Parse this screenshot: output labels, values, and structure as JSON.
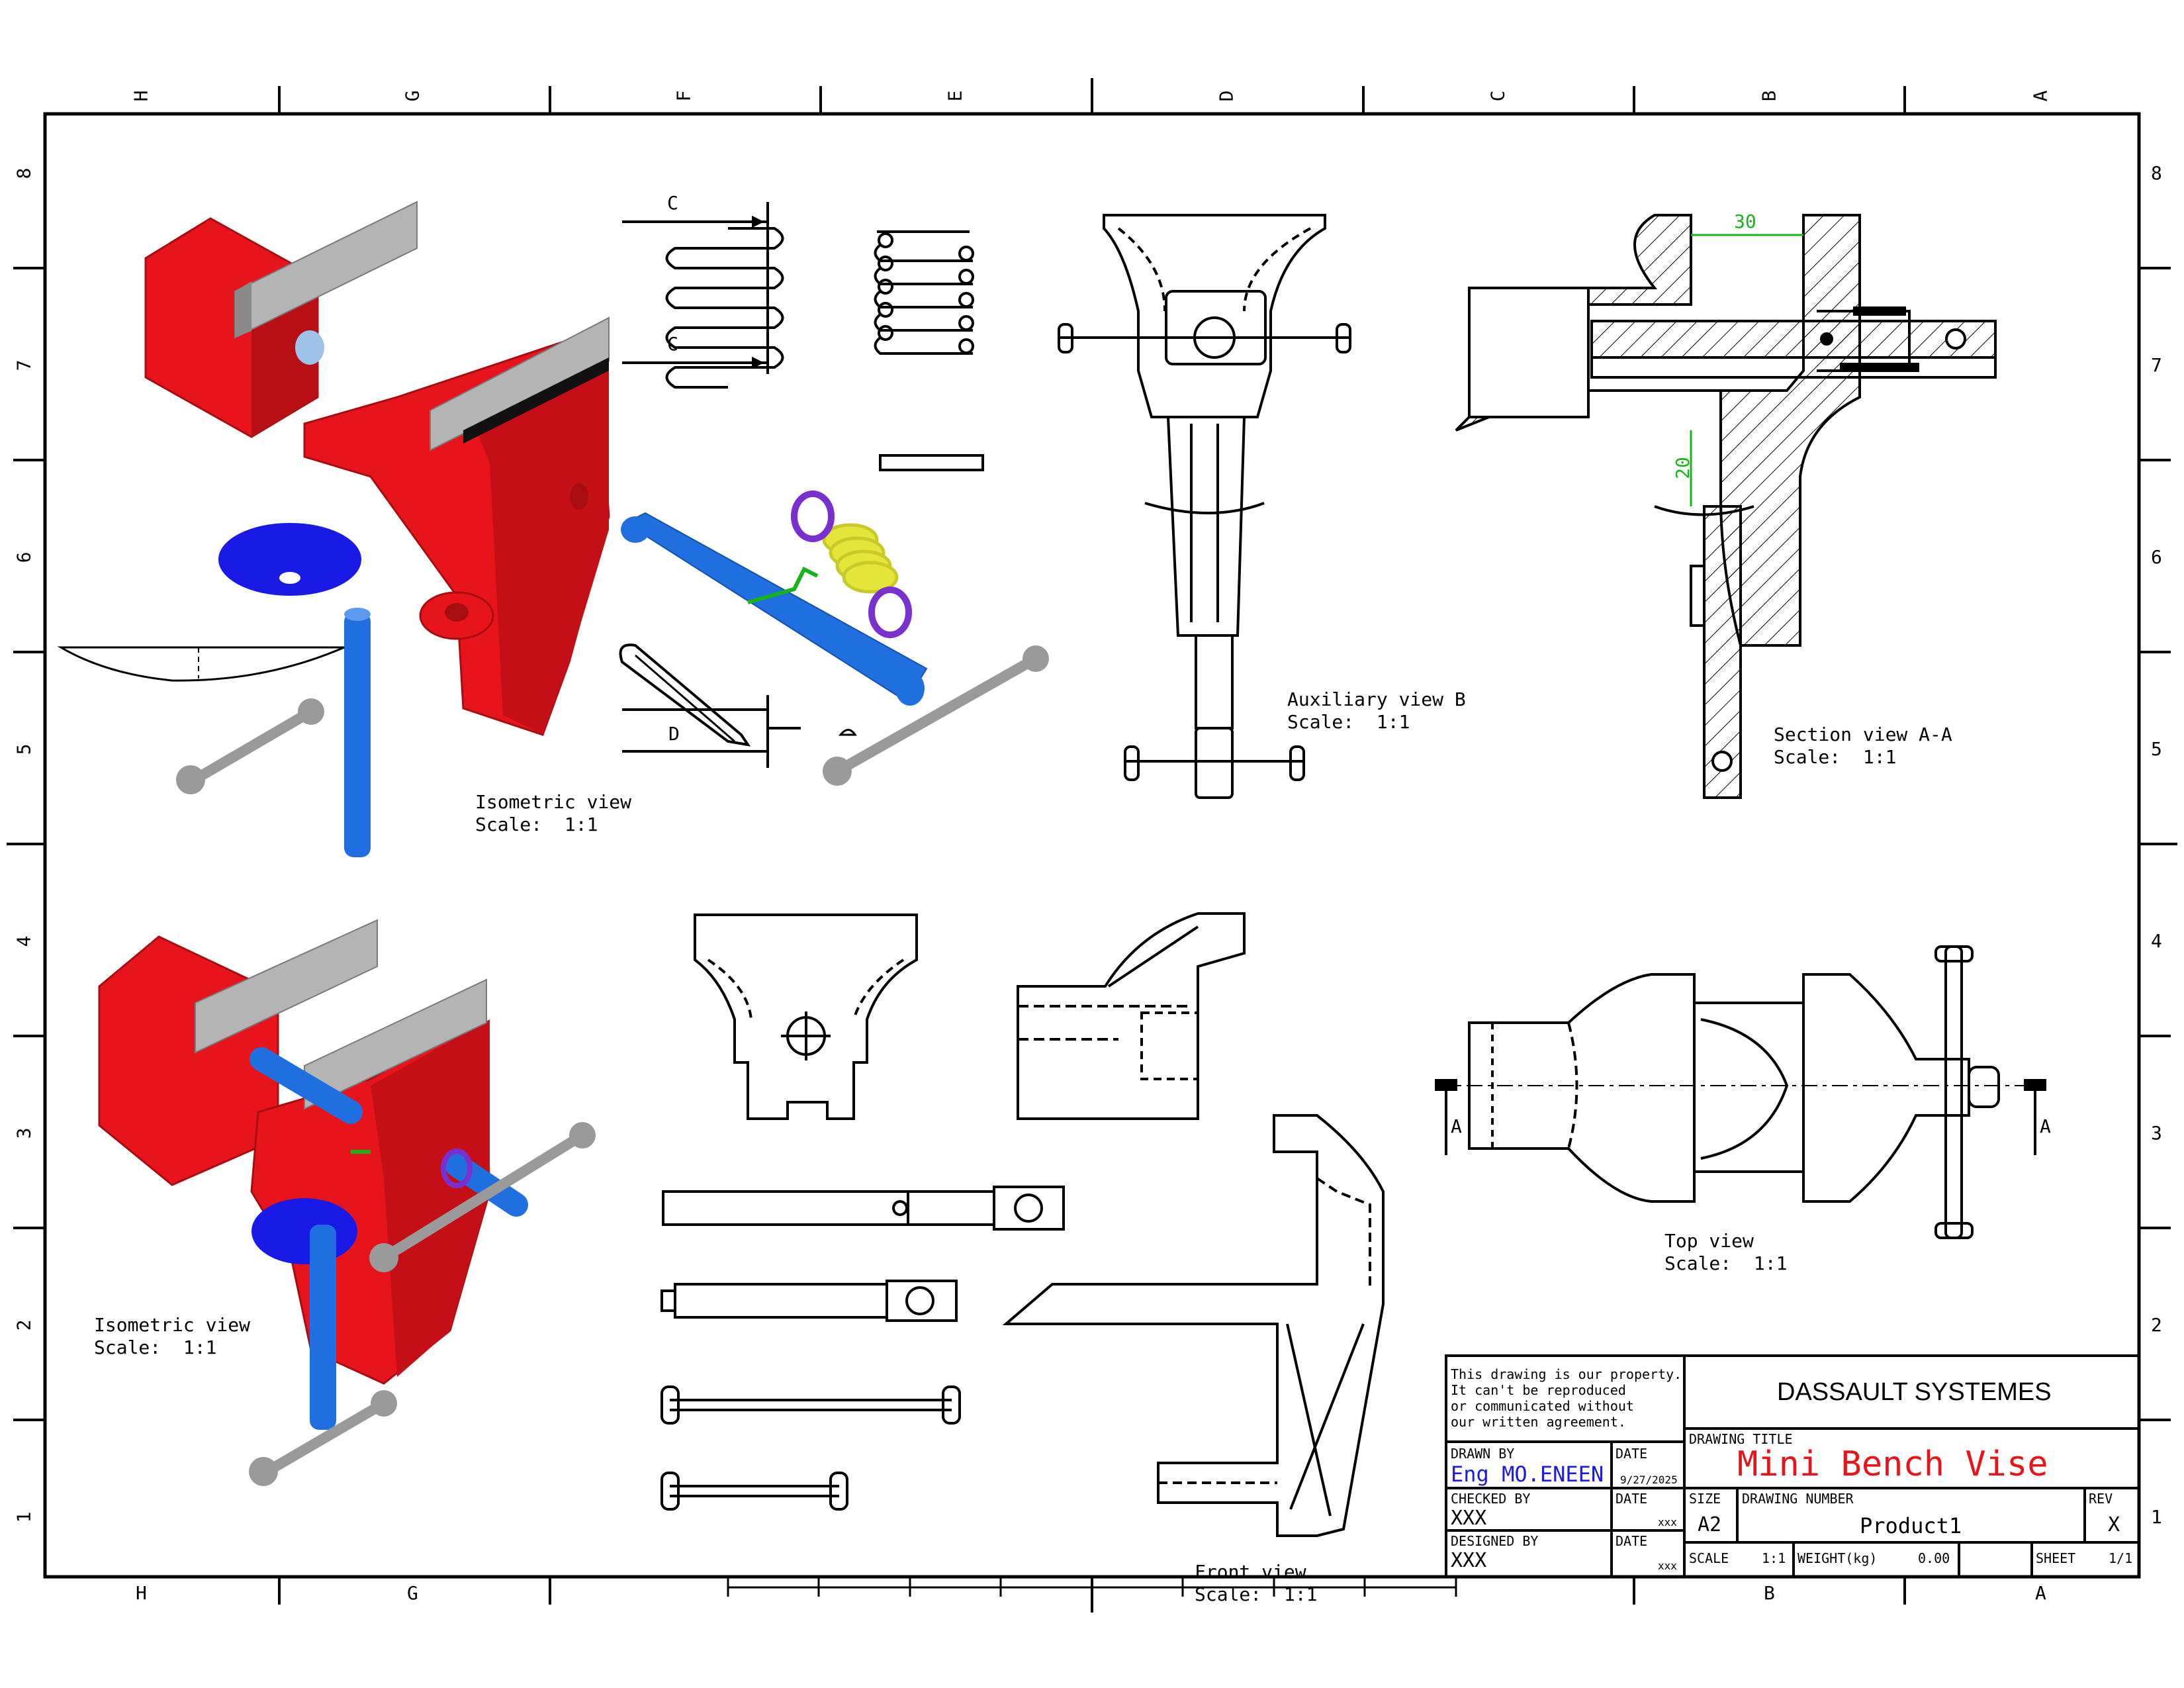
{
  "border": {
    "cols": [
      "H",
      "G",
      "F",
      "E",
      "D",
      "C",
      "B",
      "A"
    ],
    "rows": [
      "8",
      "7",
      "6",
      "5",
      "4",
      "3",
      "2",
      "1"
    ]
  },
  "views": {
    "iso1": {
      "title": "Isometric view",
      "scale": "Scale:  1:1"
    },
    "iso2": {
      "title": "Isometric view",
      "scale": "Scale:  1:1"
    },
    "aux": {
      "title": "Auxiliary view B",
      "scale": "Scale:  1:1"
    },
    "section": {
      "title": "Section view A-A",
      "scale": "Scale:  1:1"
    },
    "top": {
      "title": "Top view",
      "scale": "Scale:  1:1"
    },
    "front": {
      "title": "Front view",
      "scale": "Scale:  1:1"
    }
  },
  "callouts": {
    "c_upper": "C",
    "c_lower": "C",
    "d": "D",
    "a_left": "A",
    "a_right": "A",
    "dim_30": "30",
    "dim_20": "20"
  },
  "title_block": {
    "notice": [
      "This drawing is our property.",
      "It can't be reproduced",
      "or communicated without",
      "our written agreement."
    ],
    "company": "DASSAULT SYSTEMES",
    "drawing_title_label": "DRAWING TITLE",
    "drawing_title": "Mini Bench Vise",
    "drawn_by_label": "DRAWN BY",
    "drawn_by": "Eng MO.ENEEN",
    "date_label": "DATE",
    "drawn_date": "9/27/2025",
    "checked_by_label": "CHECKED BY",
    "checked_by": "XXX",
    "checked_date": "xxx",
    "designed_by_label": "DESIGNED BY",
    "designed_by": "XXX",
    "designed_date": "xxx",
    "size_label": "SIZE",
    "size": "A2",
    "drawing_number_label": "DRAWING NUMBER",
    "drawing_number": "Product1",
    "rev_label": "REV",
    "rev": "X",
    "scale_label": "SCALE",
    "scale": "1:1",
    "weight_label": "WEIGHT(kg)",
    "weight": "0.00",
    "sheet_label": "SHEET",
    "sheet": "1/1"
  },
  "colors": {
    "body": "#e8141b",
    "body_dark": "#a80d12",
    "jaw": "#b4b4b4",
    "screw": "#1f6fe0",
    "washer": "#1a1ae6",
    "spring": "#e4e43a",
    "ring": "#7a2fd0",
    "pin": "#9a9a9a",
    "dim": "#1ab21a",
    "title_red": "#e8141b",
    "drawn_blue": "#1a1ae6"
  }
}
